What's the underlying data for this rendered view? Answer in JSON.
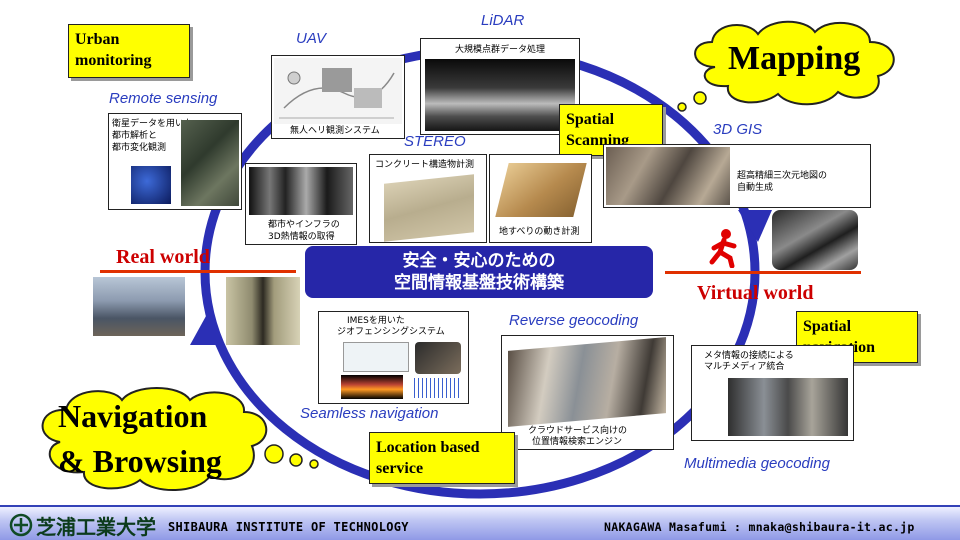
{
  "center": {
    "line1": "安全・安心のための",
    "line2": "空間情報基盤技術構築"
  },
  "worlds": {
    "real": "Real world",
    "virtual": "Virtual world"
  },
  "clouds": {
    "mapping": "Mapping",
    "nav_line1": "Navigation",
    "nav_line2": "& Browsing"
  },
  "yellow_boxes": {
    "urban_line1": "Urban",
    "urban_line2": "monitoring",
    "spatial_scanning_line1": "Spatial",
    "spatial_scanning_line2": "Scanning",
    "spatial_nav_line1": "Spatial",
    "spatial_nav_line2": "navigation",
    "lbs_line1": "Location based",
    "lbs_line2": "service"
  },
  "labels": {
    "remote_sensing": "Remote sensing",
    "uav": "UAV",
    "lidar": "LiDAR",
    "gis3d": "3D GIS",
    "stereo": "STEREO",
    "reverse_geocoding": "Reverse geocoding",
    "seamless_navigation": "Seamless navigation",
    "multimedia_geocoding": "Multimedia geocoding"
  },
  "panels": {
    "remote_sensing_caption": [
      "衛星データを用いた",
      "都市解析と",
      "都市変化観測"
    ],
    "thermal_caption": [
      "都市やインフラの",
      "3D熱情報の取得"
    ],
    "uav_caption": "無人ヘリ観測システム",
    "lidar_caption": "大規模点群データ処理",
    "concrete_caption": "コンクリート構造物計測",
    "landslide_caption": "地すべりの動き計測",
    "gis_caption": [
      "超高精細三次元地図の",
      "自動生成"
    ],
    "imes_caption": [
      "IMESを用いた",
      "ジオフェンシングシステム"
    ],
    "cloud_caption": [
      "クラウドサービス向けの",
      "位置情報検索エンジン"
    ],
    "multimedia_caption": [
      "メタ情報の接続による",
      "マルチメディア統合"
    ]
  },
  "footer": {
    "logo_jp": "芝浦工業大学",
    "institute": "SHIBAURA INSTITUTE OF TECHNOLOGY",
    "contact": "NAKAGAWA Masafumi : mnaka@shibaura-it.ac.jp"
  },
  "colors": {
    "ring": "#2b2fb5",
    "label_blue": "#2a3dbf",
    "banner": "#2626a8",
    "accent_red": "#cc0000",
    "highlight": "#ffff00"
  }
}
